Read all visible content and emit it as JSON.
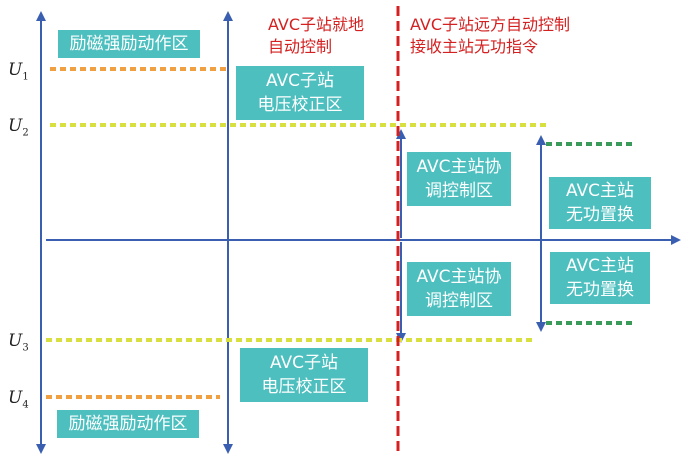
{
  "levels": {
    "u1": {
      "sym": "U",
      "sub": "1"
    },
    "u2": {
      "sym": "U",
      "sub": "2"
    },
    "u3": {
      "sym": "U",
      "sub": "3"
    },
    "u4": {
      "sym": "U",
      "sub": "4"
    }
  },
  "boxes": {
    "excite_top": {
      "line1": "励磁强励动作区"
    },
    "excite_bottom": {
      "line1": "励磁强励动作区"
    },
    "sub_top": {
      "line1": "AVC子站",
      "line2": "电压校正区"
    },
    "sub_bottom": {
      "line1": "AVC子站",
      "line2": "电压校正区"
    },
    "master_top": {
      "line1": "AVC主站协",
      "line2": "调控制区"
    },
    "master_bottom": {
      "line1": "AVC主站协",
      "line2": "调控制区"
    },
    "reactive_top": {
      "line1": "AVC主站",
      "line2": "无功置换"
    },
    "reactive_bottom": {
      "line1": "AVC主站",
      "line2": "无功置换"
    }
  },
  "headers": {
    "local": {
      "line1": "AVC子站就地",
      "line2": "自动控制"
    },
    "remote": {
      "line1": "AVC子站远方自动控制",
      "line2": "接收主站无功指令"
    }
  },
  "colors": {
    "axis": "#3a5fb0",
    "box": "#4dbfbf",
    "orange_line": "#f0a040",
    "yellow_line": "#d8e040",
    "green_line": "#3a9a5a",
    "red_divider": "#d42020"
  }
}
